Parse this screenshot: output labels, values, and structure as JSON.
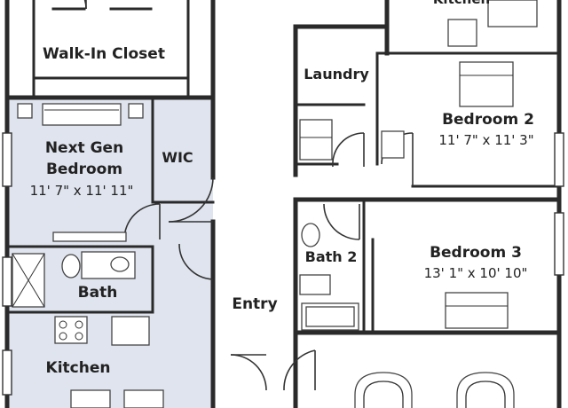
{
  "rooms": {
    "kitchen_top": {
      "label": "Kitchen"
    },
    "walk_in_closet": {
      "label": "Walk-In Closet"
    },
    "laundry": {
      "label": "Laundry"
    },
    "bedroom2": {
      "label": "Bedroom 2",
      "dims": "11' 7\" x 11' 3\""
    },
    "next_gen_bedroom": {
      "label1": "Next Gen",
      "label2": "Bedroom",
      "dims": "11' 7\" x 11' 11\""
    },
    "wic": {
      "label": "WIC"
    },
    "bath2": {
      "label": "Bath 2"
    },
    "bedroom3": {
      "label": "Bedroom 3",
      "dims": "13' 1\" x 10' 10\""
    },
    "bath": {
      "label": "Bath"
    },
    "entry": {
      "label": "Entry"
    },
    "kitchen_suite": {
      "label": "Kitchen"
    }
  },
  "colors": {
    "suite_fill": "#dfe4ee",
    "wall": "#2a2a2a",
    "background": "#ffffff"
  }
}
